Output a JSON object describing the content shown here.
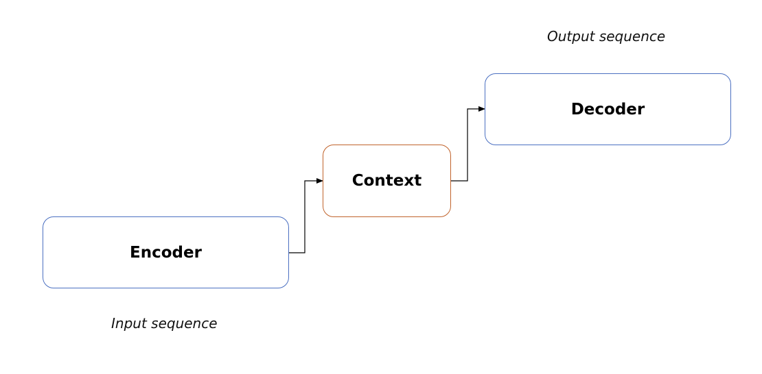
{
  "nodes": {
    "encoder": {
      "label": "Encoder",
      "border_color": "#4a6fc1"
    },
    "context": {
      "label": "Context",
      "border_color": "#c0622a"
    },
    "decoder": {
      "label": "Decoder",
      "border_color": "#4a6fc1"
    }
  },
  "captions": {
    "input": "Input sequence",
    "output": "Output sequence"
  },
  "edges": [
    {
      "from": "encoder",
      "to": "context"
    },
    {
      "from": "context",
      "to": "decoder"
    }
  ]
}
